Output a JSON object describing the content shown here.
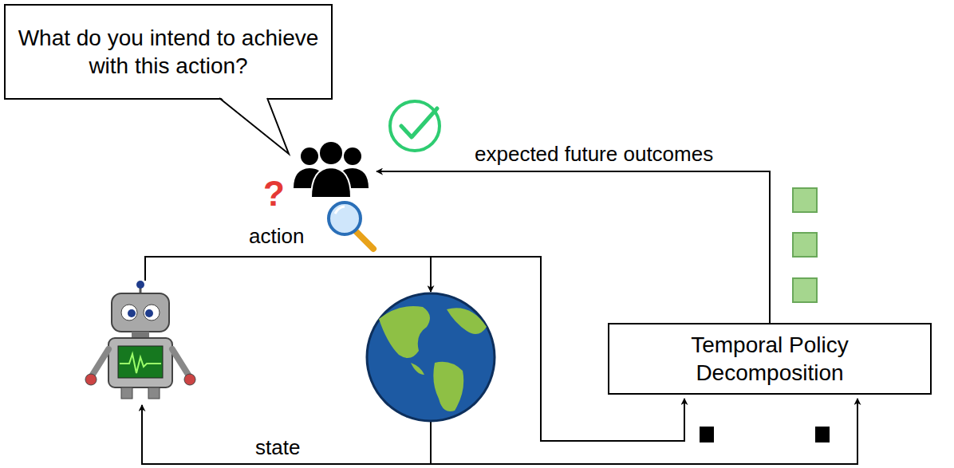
{
  "diagram": {
    "nodes": [
      {
        "text": [
          "What do you intend to achieve with this action?"
        ]
      },
      {
        "text": [
          "Temporal Policy Decomposition"
        ]
      }
    ],
    "labels": [
      "?",
      "expected future outcomes",
      "action",
      "state"
    ]
  }
}
